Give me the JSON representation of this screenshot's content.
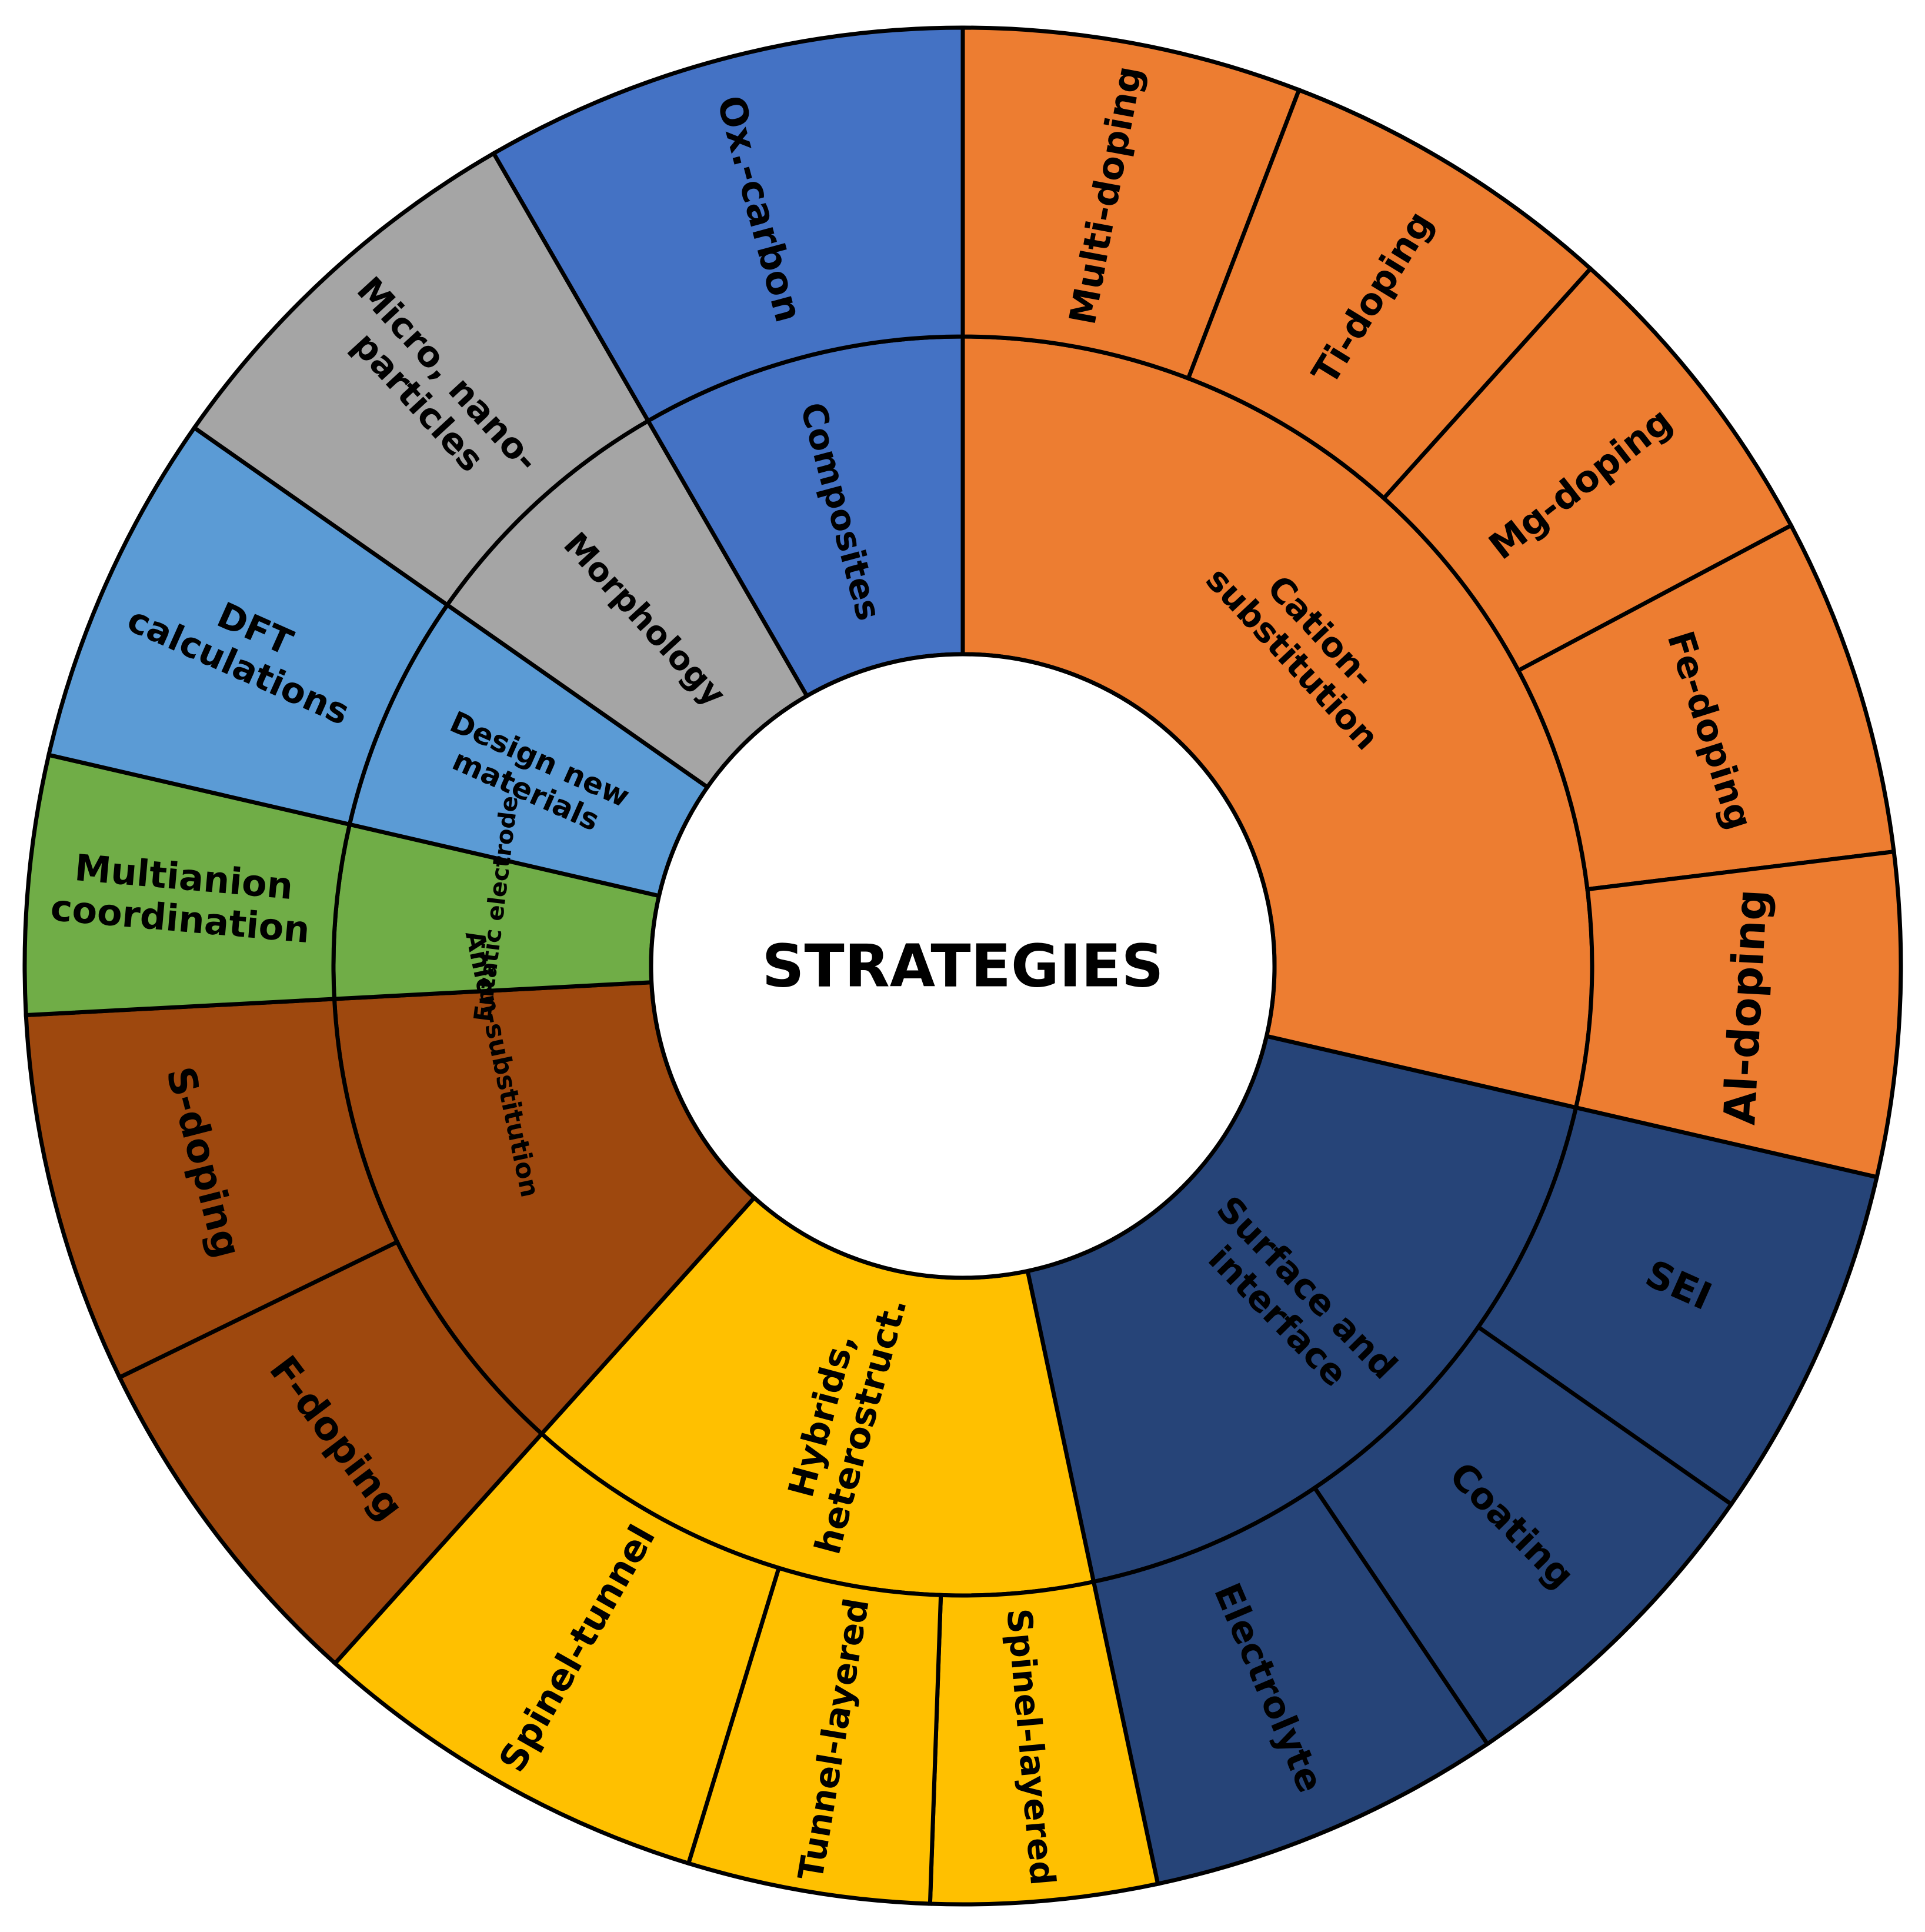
{
  "center": {
    "label": "STRATEGIES"
  },
  "colors": {
    "cation": "#ed7d31",
    "surface": "#264478",
    "hybrids": "#ffc000",
    "anion": "#9e480e",
    "entatic": "#70ad47",
    "design": "#5b9bd5",
    "morphology": "#a5a5a5",
    "composites": "#4472c4"
  },
  "categories": [
    {
      "id": "cation",
      "label_lines": [
        "Cation-",
        "substitution"
      ],
      "subs": [
        "Multi-doping",
        "Ti-doping",
        "Mg-doping",
        "Fe-doping",
        "Al-doping"
      ]
    },
    {
      "id": "surface",
      "label_lines": [
        "Surface and",
        "interface"
      ],
      "subs": [
        "SEI",
        "Coating",
        "Electrolyte"
      ]
    },
    {
      "id": "hybrids",
      "label_lines": [
        "Hybrids,",
        "heterostruct."
      ],
      "subs": [
        "Spinel-layered",
        "Tunnel-layered",
        "Spinel-tunnel"
      ]
    },
    {
      "id": "anion",
      "label_lines": [
        "Anion-substitution"
      ],
      "subs": [
        "F-doping",
        "S-doping"
      ]
    },
    {
      "id": "entatic",
      "label_lines": [
        "Entatic electrode"
      ],
      "subs": [
        [
          "Multianion",
          "coordination"
        ]
      ]
    },
    {
      "id": "design",
      "label_lines": [
        "Design new",
        "materials"
      ],
      "subs": [
        [
          "DFT",
          "calculations"
        ]
      ]
    },
    {
      "id": "morphology",
      "label_lines": [
        "Morphology"
      ],
      "subs": [
        [
          "Micro, nano-",
          "particles"
        ]
      ]
    },
    {
      "id": "composites",
      "label_lines": [
        "Composites"
      ],
      "subs": [
        "Ox.-carbon"
      ]
    }
  ]
}
